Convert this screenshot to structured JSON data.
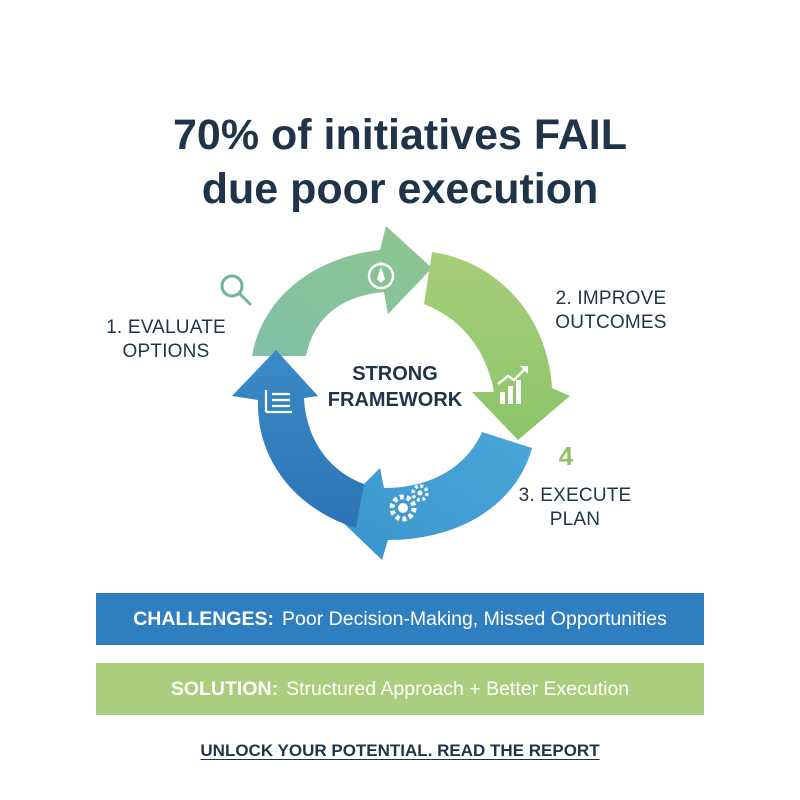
{
  "headline": {
    "line1": "70% of initiatives FAIL",
    "line2": "due poor execution"
  },
  "cycle": {
    "center_line1": "STRONG",
    "center_line2": "FRAMEWORK",
    "steps": [
      {
        "line1": "1. EVALUATE",
        "line2": "OPTIONS",
        "icon": "magnifier-icon",
        "arrow_icon": "list-document-icon",
        "color": "#2f7fc0"
      },
      {
        "line1": "2. IMPROVE",
        "line2": "OUTCOMES",
        "icon": "compass-icon",
        "arrow_icon": "bar-chart-growth-icon",
        "color": "#8fc26a"
      },
      {
        "line1": "3. EXECUTE",
        "line2": "PLAN",
        "icon": "gears-icon",
        "color": "#4aa3d4"
      }
    ],
    "stray_number": "4",
    "top_arrow_color": "#8cc29a"
  },
  "banners": {
    "challenges": {
      "key": "CHALLENGES:",
      "text": "Poor Decision-Making, Missed Opportunities",
      "color": "#2f7fc0"
    },
    "solution": {
      "key": "SOLUTION:",
      "text": "Structured Approach + Better Execution",
      "color": "#a9cf7e"
    }
  },
  "cta": {
    "label": "UNLOCK YOUR POTENTIAL. READ THE REPORT"
  }
}
